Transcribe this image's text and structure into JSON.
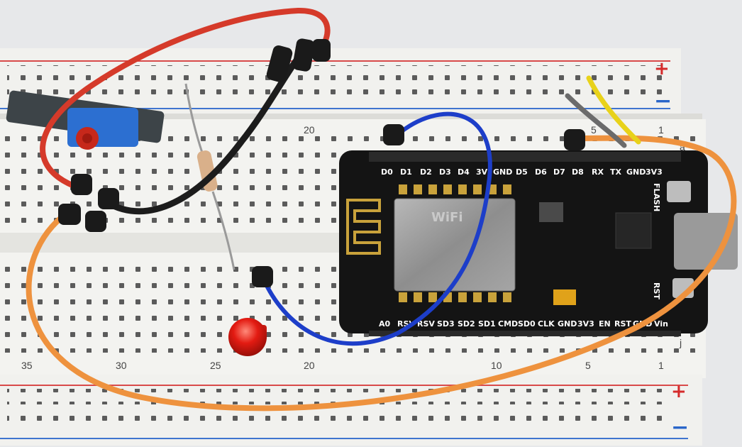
{
  "breadboard": {
    "rail_plus": "+",
    "rail_minus": "−",
    "row_label_a": "a",
    "row_label_j": "j",
    "col_numbers_top": [
      "20",
      "5",
      "1"
    ],
    "col_numbers_bottom": [
      "35",
      "30",
      "25",
      "20",
      "10",
      "5",
      "1"
    ]
  },
  "board": {
    "top_pins": [
      "D0",
      "D1",
      "D2",
      "D3",
      "D4",
      "3V",
      "GND",
      "D5",
      "D6",
      "D7",
      "D8",
      "RX",
      "TX",
      "GND",
      "3V3"
    ],
    "bottom_pins": [
      "A0",
      "RSV",
      "RSV",
      "SD3",
      "SD2",
      "SD1",
      "CMD",
      "SD0",
      "CLK",
      "GND",
      "3V3",
      "EN",
      "RST",
      "GND",
      "Vin"
    ],
    "flash_label": "FLASH",
    "rst_label": "RST",
    "chip_label": "WiFi"
  },
  "colors": {
    "breadboard": "#f1f1ee",
    "red_wire": "#d53a2a",
    "black_wire": "#1c1c1c",
    "blue_wire": "#1d3ec9",
    "orange_wire": "#ee923e",
    "yellow_wire": "#e8d21a",
    "gray_wire": "#6b6b6b",
    "led": "#e31b12",
    "board": "#141414"
  }
}
